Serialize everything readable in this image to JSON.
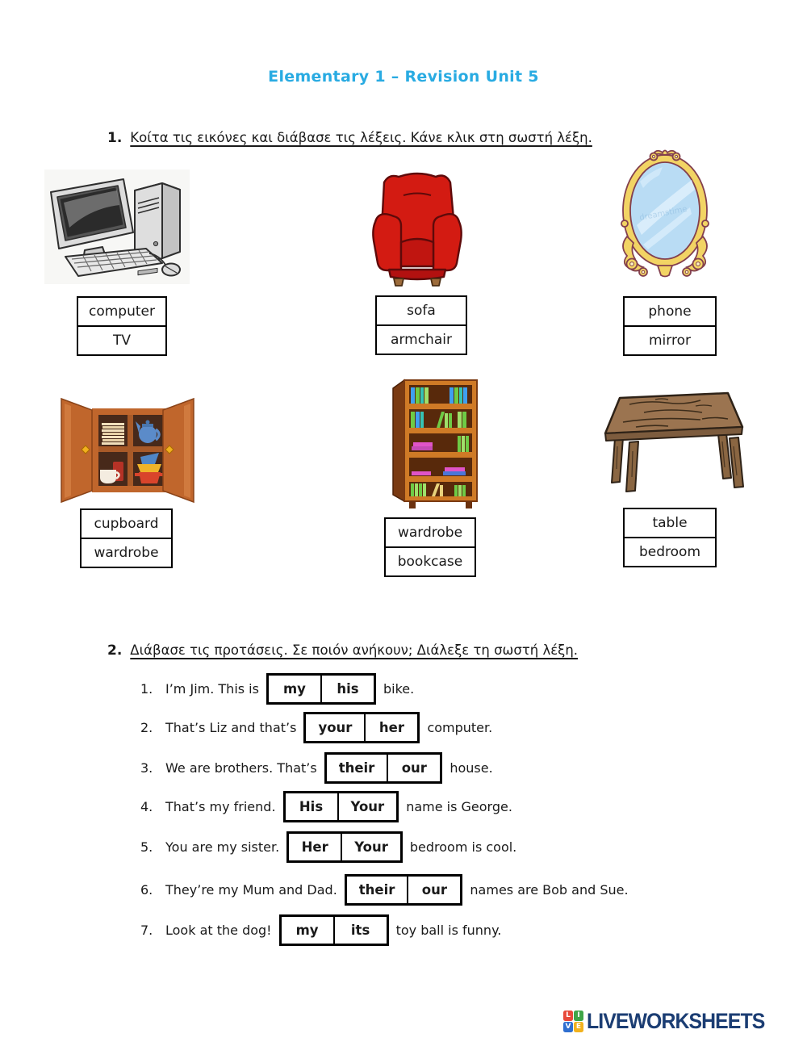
{
  "title": {
    "text": "Elementary 1 – Revision Unit 5",
    "color": "#29abe2"
  },
  "exercise1": {
    "number": "1.",
    "instruction": "Κοίτα τις εικόνες και διάβασε τις λέξεις. Κάνε κλικ στη σωστή λέξη.",
    "items": [
      {
        "image": "computer-clipart",
        "options": [
          "computer",
          "TV"
        ]
      },
      {
        "image": "armchair-clipart",
        "options": [
          "sofa",
          "armchair"
        ]
      },
      {
        "image": "mirror-clipart",
        "watermark": "dreamstime",
        "options": [
          "phone",
          "mirror"
        ]
      },
      {
        "image": "cupboard-clipart",
        "options": [
          "cupboard",
          "wardrobe"
        ]
      },
      {
        "image": "bookcase-clipart",
        "options": [
          "wardrobe",
          "bookcase"
        ]
      },
      {
        "image": "table-clipart",
        "options": [
          "table",
          "bedroom"
        ]
      }
    ]
  },
  "exercise2": {
    "number": "2.",
    "instruction": "Διάβασε τις προτάσεις. Σε ποιόν ανήκουν; Διάλεξε τη σωστή λέξη.",
    "sentences": [
      {
        "number": "1.",
        "before": "I’m Jim. This is",
        "options": [
          "my",
          "his"
        ],
        "after": "bike."
      },
      {
        "number": "2.",
        "before": "That’s Liz and that’s",
        "options": [
          "your",
          "her"
        ],
        "after": "computer."
      },
      {
        "number": "3.",
        "before": "We are brothers. That’s",
        "options": [
          "their",
          "our"
        ],
        "after": "house."
      },
      {
        "number": "4.",
        "before": "That’s my friend.",
        "options": [
          "His",
          "Your"
        ],
        "after": "name is George."
      },
      {
        "number": "5.",
        "before": "You are my sister.",
        "options": [
          "Her",
          "Your"
        ],
        "after": "bedroom is cool."
      },
      {
        "number": "6.",
        "before": "They’re my Mum and Dad.",
        "options": [
          "their",
          "our"
        ],
        "after": "names are Bob and Sue."
      },
      {
        "number": "7.",
        "before": "Look at the dog!",
        "options": [
          "my",
          "its"
        ],
        "after": "toy ball is funny."
      }
    ]
  },
  "footer": {
    "brand": "LIVEWORKSHEETS",
    "brand_color": "#1b3d73",
    "logo_letters": [
      "L",
      "I",
      "V",
      "E"
    ],
    "logo_colors": [
      "#e8493a",
      "#3fa548",
      "#2f6fd0",
      "#f2b21d"
    ]
  }
}
